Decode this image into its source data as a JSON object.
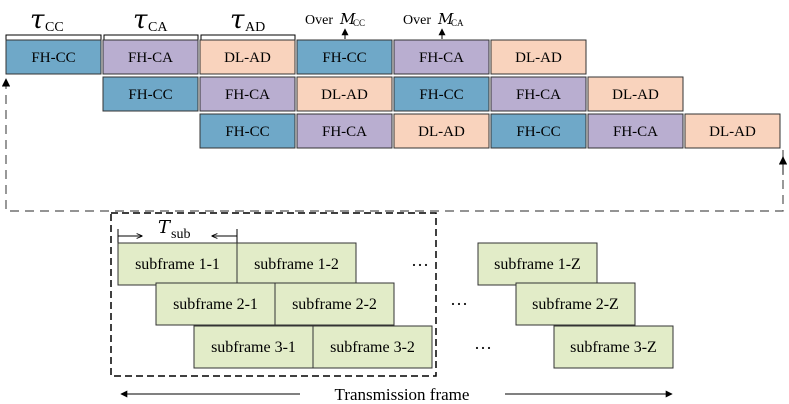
{
  "colors": {
    "cc": "#6fa8c8",
    "ca": "#b9aed0",
    "ad": "#f9d3bd",
    "subframe": "#e2ecc8",
    "stroke": "#333333"
  },
  "block_labels": {
    "cc": "FH-CC",
    "ca": "FH-CA",
    "ad": "DL-AD"
  },
  "pipeline": {
    "rows": [
      [
        "cc",
        "ca",
        "ad",
        "cc",
        "ca",
        "ad"
      ],
      [
        "cc",
        "ca",
        "ad",
        "cc",
        "ca",
        "ad"
      ],
      [
        "cc",
        "ca",
        "ad",
        "cc",
        "ca",
        "ad"
      ]
    ]
  },
  "tau_labels": [
    {
      "symbol": "τ",
      "sub": "CC"
    },
    {
      "symbol": "τ",
      "sub": "CA"
    },
    {
      "symbol": "τ",
      "sub": "AD"
    }
  ],
  "over_labels": [
    {
      "text": "Over ",
      "set": "M",
      "sub": "CC"
    },
    {
      "text": "Over ",
      "set": "M",
      "sub": "CA"
    }
  ],
  "subframes": {
    "rows": [
      [
        "subframe 1-1",
        "subframe 1-2",
        "subframe 1-Z"
      ],
      [
        "subframe 2-1",
        "subframe 2-2",
        "subframe 2-Z"
      ],
      [
        "subframe 3-1",
        "subframe 3-2",
        "subframe 3-Z"
      ]
    ],
    "ellipsis": "···"
  },
  "t_sub": {
    "symbol": "T",
    "sub": "sub"
  },
  "frame_label": "Transmission frame"
}
